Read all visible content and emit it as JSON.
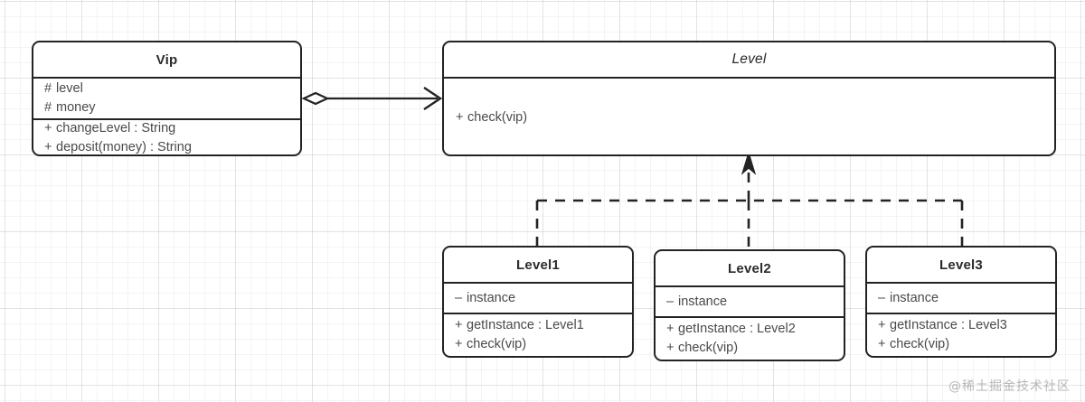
{
  "diagram": {
    "type": "uml-class-diagram",
    "watermark": "@稀土掘金技术社区",
    "colors": {
      "stroke": "#232323",
      "text": "#4a4a4a",
      "title": "#2b2b2b",
      "background": "#ffffff",
      "grid_minor": "#cdcfd3",
      "grid_major": "#c8cace",
      "watermark": "#b7b7b7"
    },
    "classes": [
      {
        "id": "vip",
        "name": "Vip",
        "abstract": false,
        "attributes": [
          {
            "visibility": "#",
            "text": "level"
          },
          {
            "visibility": "#",
            "text": "money"
          }
        ],
        "operations": [
          {
            "visibility": "+",
            "text": "changeLevel : String"
          },
          {
            "visibility": "+",
            "text": "deposit(money) : String"
          }
        ]
      },
      {
        "id": "level",
        "name": "Level",
        "abstract": true,
        "attributes": [],
        "operations": [
          {
            "visibility": "+",
            "text": "check(vip)"
          }
        ]
      },
      {
        "id": "level1",
        "name": "Level1",
        "abstract": false,
        "attributes": [
          {
            "visibility": "–",
            "text": "instance"
          }
        ],
        "operations": [
          {
            "visibility": "+",
            "text": "getInstance : Level1"
          },
          {
            "visibility": "+",
            "text": "check(vip)"
          }
        ]
      },
      {
        "id": "level2",
        "name": "Level2",
        "abstract": false,
        "attributes": [
          {
            "visibility": "–",
            "text": "instance"
          }
        ],
        "operations": [
          {
            "visibility": "+",
            "text": "getInstance : Level2"
          },
          {
            "visibility": "+",
            "text": "check(vip)"
          }
        ]
      },
      {
        "id": "level3",
        "name": "Level3",
        "abstract": false,
        "attributes": [
          {
            "visibility": "–",
            "text": "instance"
          }
        ],
        "operations": [
          {
            "visibility": "+",
            "text": "getInstance : Level3"
          },
          {
            "visibility": "+",
            "text": "check(vip)"
          }
        ]
      }
    ],
    "relationships": [
      {
        "id": "vip-level-aggregation",
        "kind": "aggregation",
        "from": "vip",
        "to": "level",
        "line": "solid",
        "source_marker": "hollow-diamond",
        "target_marker": "open-arrow"
      },
      {
        "id": "level1-level-realization",
        "kind": "realization",
        "from": "level1",
        "to": "level",
        "line": "dashed",
        "target_marker": "filled-arrow"
      },
      {
        "id": "level2-level-realization",
        "kind": "realization",
        "from": "level2",
        "to": "level",
        "line": "dashed",
        "target_marker": "filled-arrow"
      },
      {
        "id": "level3-level-realization",
        "kind": "realization",
        "from": "level3",
        "to": "level",
        "line": "dashed",
        "target_marker": "filled-arrow"
      }
    ]
  }
}
